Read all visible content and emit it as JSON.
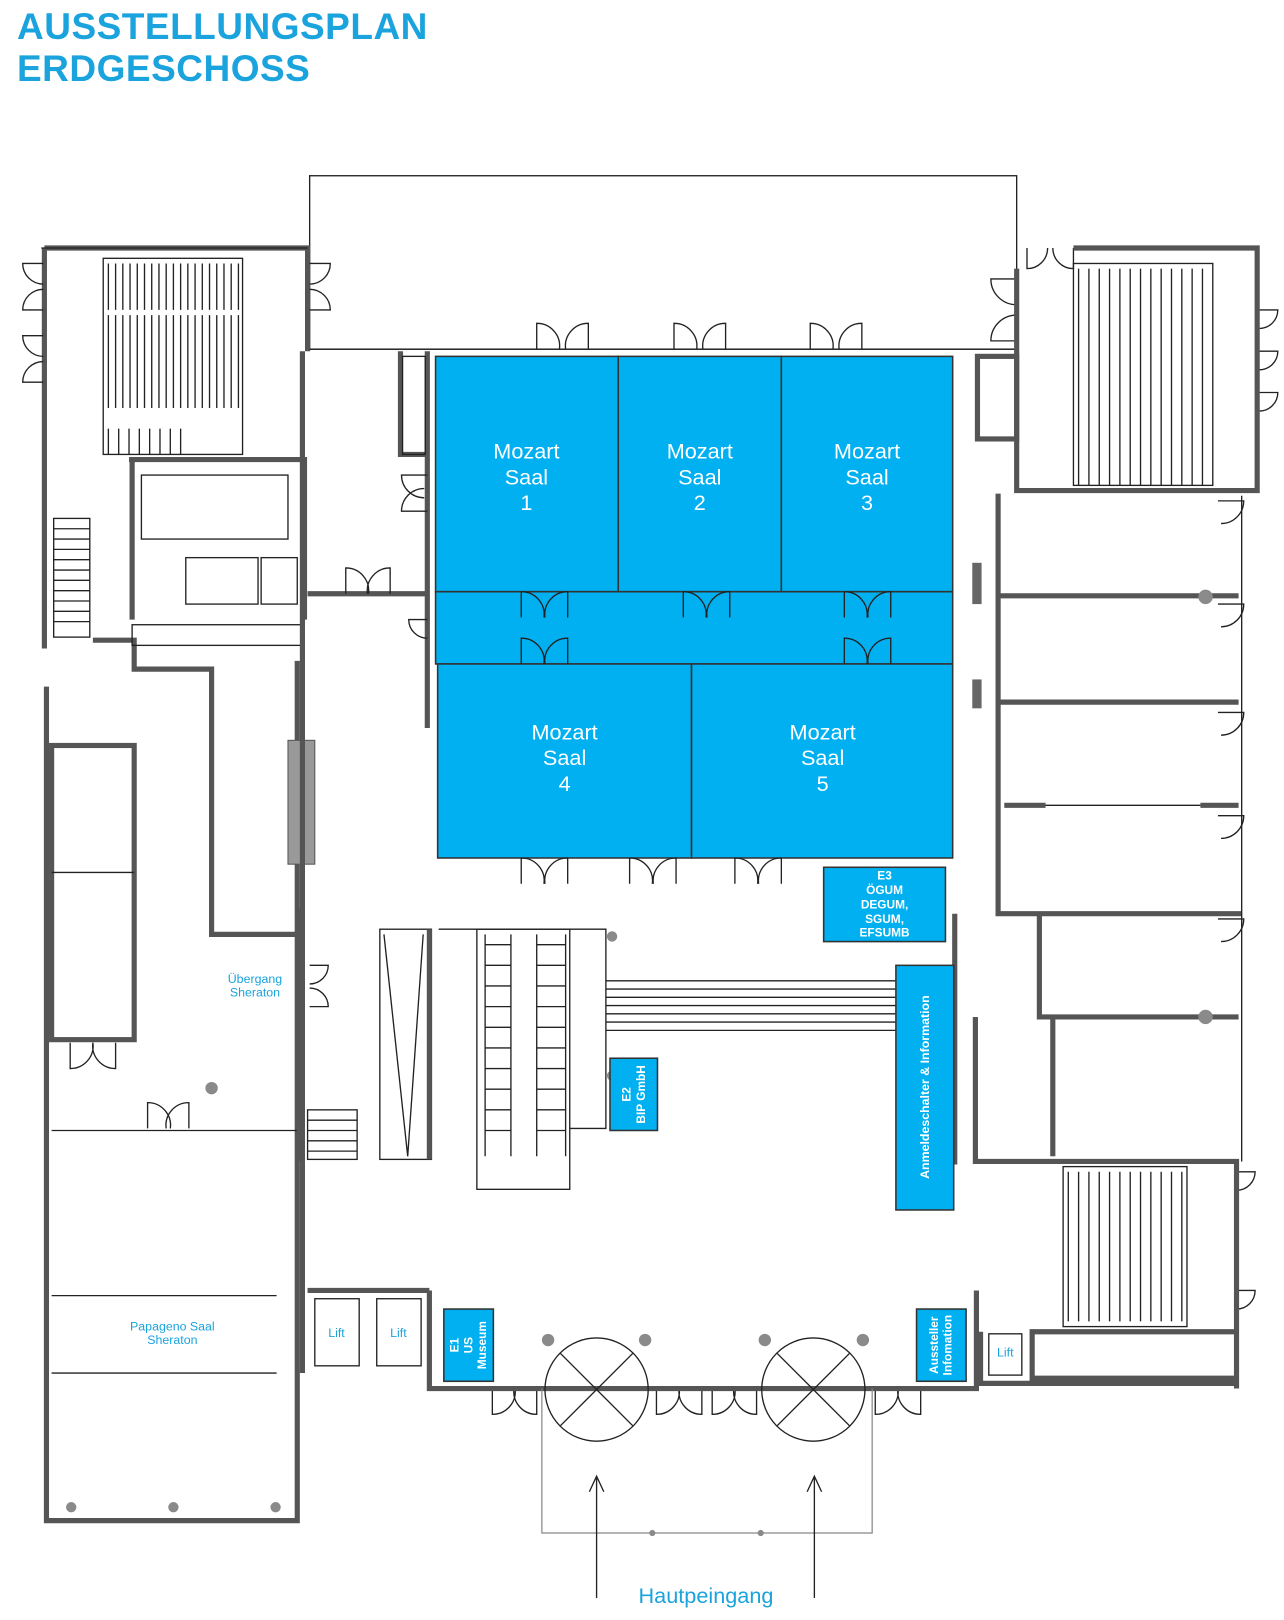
{
  "title": [
    "AUSSTELLUNGSPLAN",
    "ERDGESCHOSS"
  ],
  "colors": {
    "accent": "#1aa3dc",
    "room": "#00b0f0",
    "wall": "#555555"
  },
  "rooms": [
    {
      "lines": [
        "Mozart",
        "Saal",
        "1"
      ]
    },
    {
      "lines": [
        "Mozart",
        "Saal",
        "2"
      ]
    },
    {
      "lines": [
        "Mozart",
        "Saal",
        "3"
      ]
    },
    {
      "lines": [
        "Mozart",
        "Saal",
        "4"
      ]
    },
    {
      "lines": [
        "Mozart",
        "Saal",
        "5"
      ]
    }
  ],
  "booths": {
    "e3": [
      "E3",
      "ÖGUM",
      "DEGUM,",
      "SGUM,",
      "EFSUMB"
    ],
    "e2": [
      "E2",
      "BIP GmbH"
    ],
    "e1": [
      "E1",
      "US",
      "Museum"
    ],
    "registration": "Anmeldeschalter & Information",
    "exhibitor_info": [
      "Aussteller",
      "Infomation"
    ]
  },
  "labels": {
    "uebergang": [
      "Übergang",
      "Sheraton"
    ],
    "papageno": [
      "Papageno Saal",
      "Sheraton"
    ],
    "lift": "Lift",
    "entrance": "Hautpeingang"
  }
}
